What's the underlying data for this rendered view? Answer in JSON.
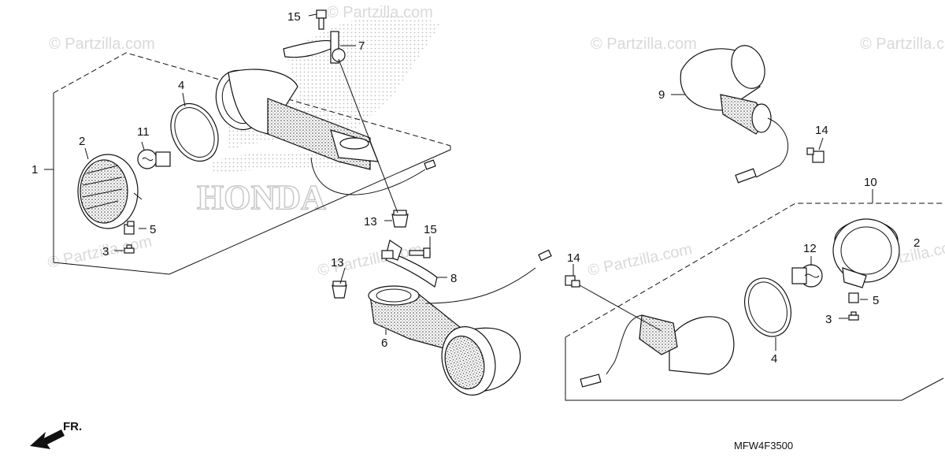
{
  "watermark": "© Partzilla.com",
  "brand_watermark": "HONDA",
  "diagram_code": "MFW4F3500",
  "front_label": "FR.",
  "callouts": [
    {
      "id": "c1",
      "text": "1"
    },
    {
      "id": "c2a",
      "text": "2"
    },
    {
      "id": "c3a",
      "text": "3"
    },
    {
      "id": "c4a",
      "text": "4"
    },
    {
      "id": "c5a",
      "text": "5"
    },
    {
      "id": "c6",
      "text": "6"
    },
    {
      "id": "c7",
      "text": "7"
    },
    {
      "id": "c8",
      "text": "8"
    },
    {
      "id": "c9",
      "text": "9"
    },
    {
      "id": "c10",
      "text": "10"
    },
    {
      "id": "c11",
      "text": "11"
    },
    {
      "id": "c12",
      "text": "12"
    },
    {
      "id": "c13a",
      "text": "13"
    },
    {
      "id": "c13b",
      "text": "13"
    },
    {
      "id": "c14a",
      "text": "14"
    },
    {
      "id": "c14b",
      "text": "14"
    },
    {
      "id": "c15a",
      "text": "15"
    },
    {
      "id": "c15b",
      "text": "15"
    },
    {
      "id": "c2b",
      "text": "2"
    },
    {
      "id": "c3b",
      "text": "3"
    },
    {
      "id": "c4b",
      "text": "4"
    },
    {
      "id": "c5b",
      "text": "5"
    }
  ]
}
